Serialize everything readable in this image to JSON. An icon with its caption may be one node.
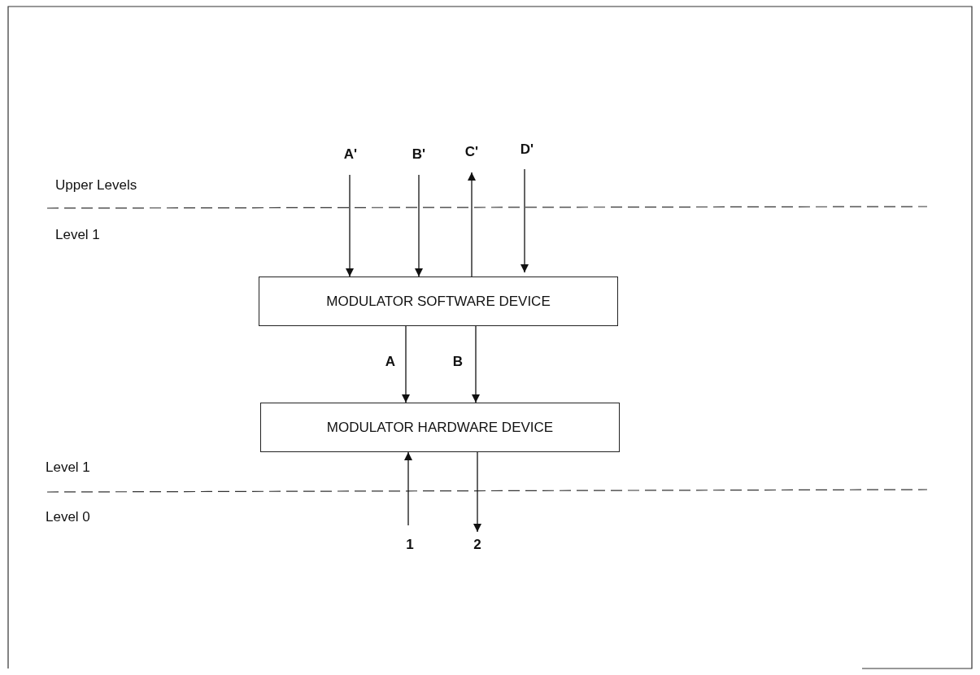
{
  "diagram": {
    "nodes": [
      {
        "text": [
          "MODULATOR SOFTWARE DEVICE"
        ]
      },
      {
        "text": [
          "MODULATOR HARDWARE DEVICE"
        ]
      }
    ],
    "edges": [
      {
        "from": null,
        "to": 0,
        "arrow": "to",
        "label": "A'"
      },
      {
        "from": null,
        "to": 0,
        "arrow": "to",
        "label": "B'"
      },
      {
        "from": 0,
        "to": null,
        "arrow": "to",
        "label": "C'"
      },
      {
        "from": null,
        "to": 0,
        "arrow": "to",
        "label": "D'"
      },
      {
        "from": 0,
        "to": 1,
        "arrow": "to",
        "label": "A"
      },
      {
        "from": 0,
        "to": 1,
        "arrow": "to",
        "label": "B"
      },
      {
        "from": null,
        "to": 1,
        "arrow": "to",
        "label": "1"
      },
      {
        "from": 1,
        "to": null,
        "arrow": "to",
        "label": "2"
      }
    ],
    "labels": [
      "Upper Levels",
      "Level 1",
      "Level 1",
      "Level 0"
    ]
  }
}
